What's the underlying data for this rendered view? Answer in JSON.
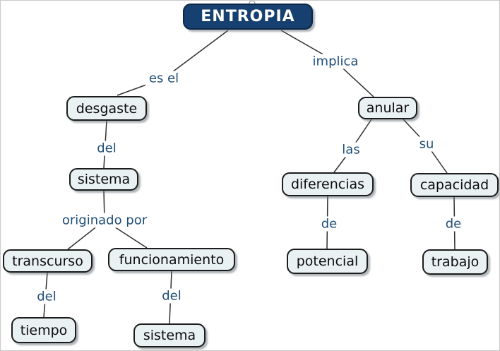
{
  "title": "ENTROPIA",
  "colors": {
    "root_bg": "#16406f",
    "root_text": "#ffffff",
    "node_bg": "#e9f1f3",
    "node_border": "#1c1c1c",
    "label_text": "#1f4e79",
    "line": "#2f2f2f"
  },
  "nodes": [
    {
      "id": "entropia",
      "label": "ENTROPIA"
    },
    {
      "id": "desgaste",
      "label": "desgaste"
    },
    {
      "id": "sistema-1",
      "label": "sistema"
    },
    {
      "id": "transcurso",
      "label": "transcurso"
    },
    {
      "id": "funcionamiento",
      "label": "funcionamiento"
    },
    {
      "id": "tiempo",
      "label": "tiempo"
    },
    {
      "id": "sistema-2",
      "label": "sistema"
    },
    {
      "id": "anular",
      "label": "anular"
    },
    {
      "id": "diferencias",
      "label": "diferencias"
    },
    {
      "id": "capacidad",
      "label": "capacidad"
    },
    {
      "id": "potencial",
      "label": "potencial"
    },
    {
      "id": "trabajo",
      "label": "trabajo"
    }
  ],
  "link_labels": [
    {
      "id": "es-el",
      "label": "es el"
    },
    {
      "id": "del-1",
      "label": "del"
    },
    {
      "id": "originado-por",
      "label": "originado por"
    },
    {
      "id": "del-2",
      "label": "del"
    },
    {
      "id": "del-3",
      "label": "del"
    },
    {
      "id": "implica",
      "label": "implica"
    },
    {
      "id": "las",
      "label": "las"
    },
    {
      "id": "su",
      "label": "su"
    },
    {
      "id": "de-1",
      "label": "de"
    },
    {
      "id": "de-2",
      "label": "de"
    }
  ]
}
